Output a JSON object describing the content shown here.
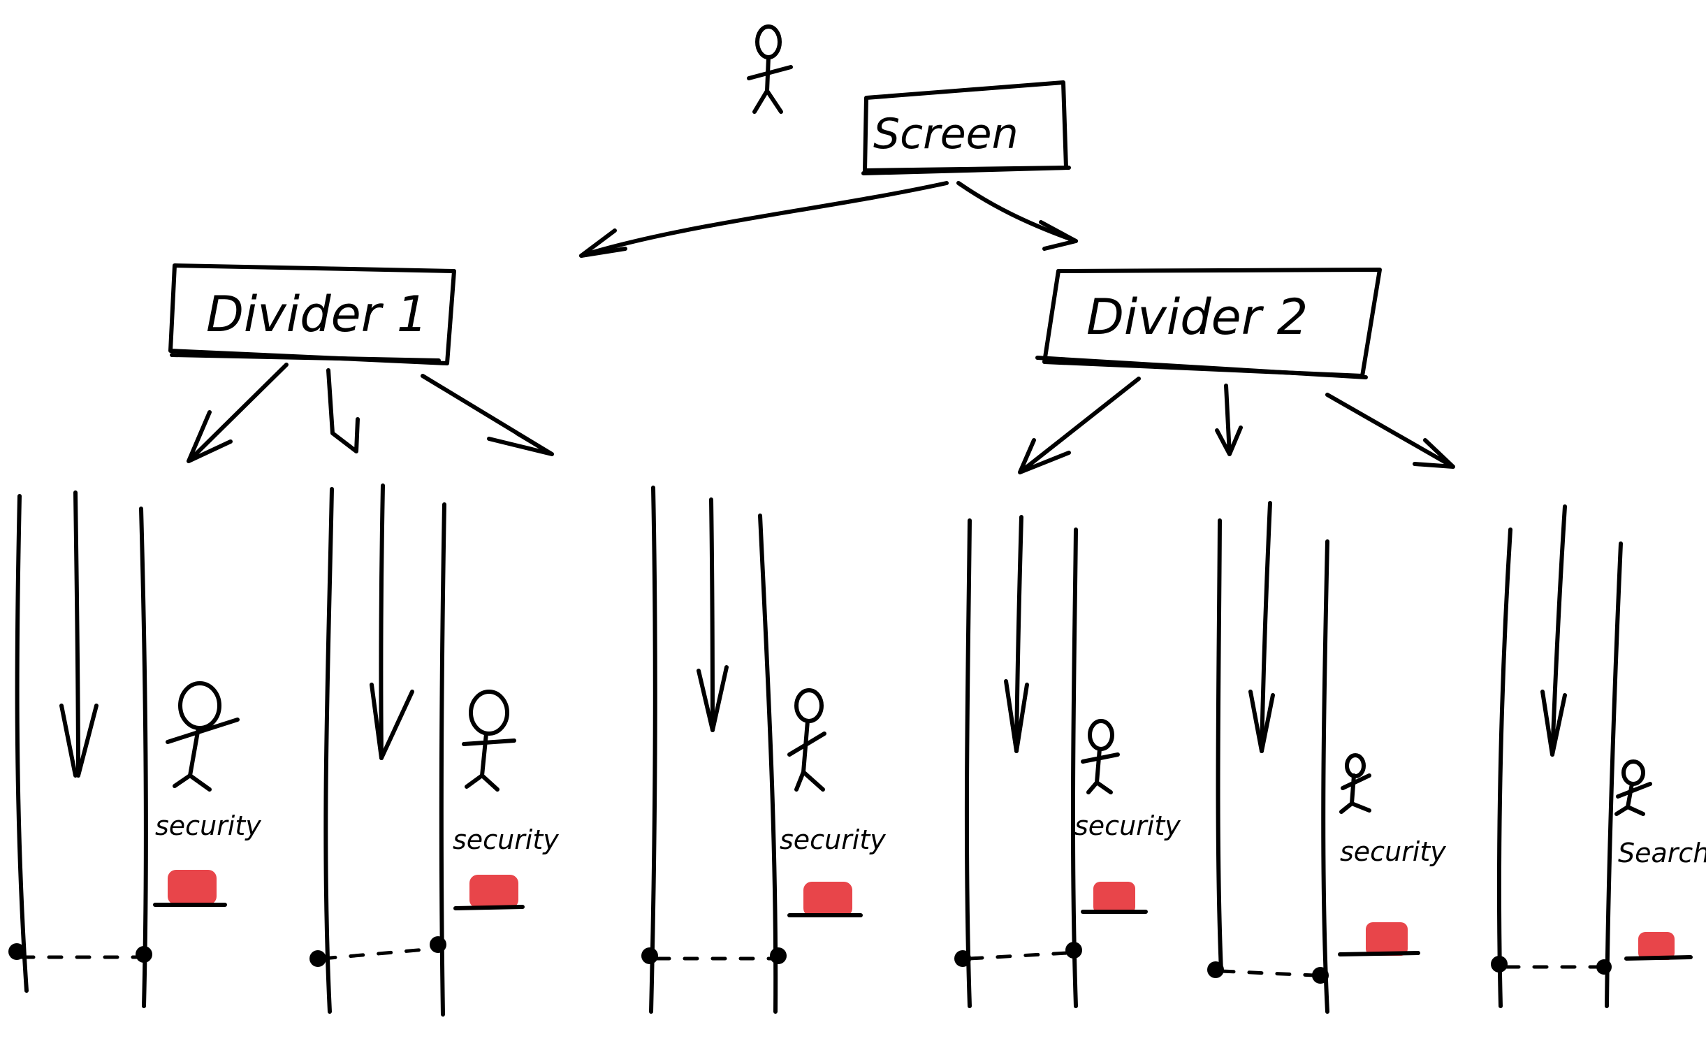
{
  "nodes": {
    "screen": "Screen",
    "divider1": "Divider 1",
    "divider2": "Divider 2"
  },
  "lanes": [
    {
      "label": "security"
    },
    {
      "label": "security"
    },
    {
      "label": "security"
    },
    {
      "label": "security"
    },
    {
      "label": "security"
    },
    {
      "label": "Search"
    }
  ],
  "colors": {
    "ink": "#000000",
    "button": "#e8454a"
  }
}
